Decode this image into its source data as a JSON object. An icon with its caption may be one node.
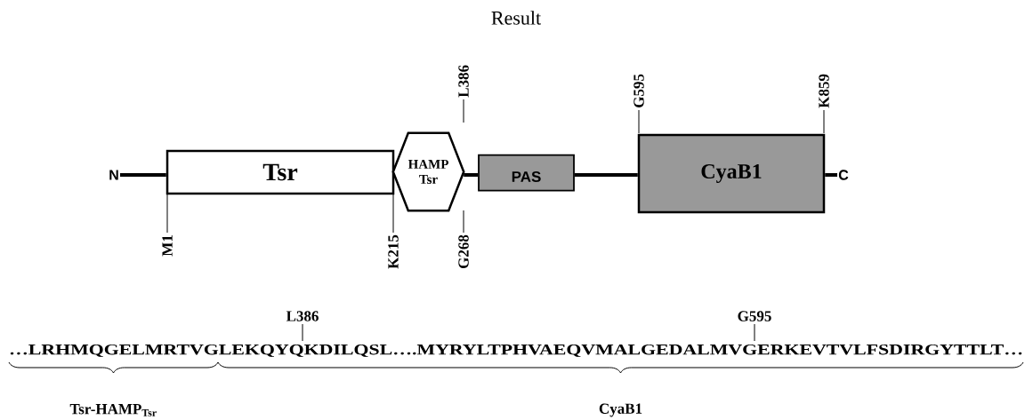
{
  "diagram": {
    "title": "Result",
    "nodes": [
      {
        "text": [
          "N"
        ]
      },
      {
        "text": [
          "Tsr"
        ]
      },
      {
        "text": [
          "HAMP Tsr"
        ]
      },
      {
        "text": [
          "PAS"
        ]
      },
      {
        "text": [
          "CyaB1"
        ]
      },
      {
        "text": [
          "C"
        ]
      }
    ],
    "edges": [
      {
        "from": 0,
        "to": 1,
        "arrow": "none"
      },
      {
        "from": 2,
        "to": 3,
        "arrow": "none"
      },
      {
        "from": 3,
        "to": 4,
        "arrow": "none"
      },
      {
        "from": 4,
        "to": 5,
        "arrow": "none"
      }
    ],
    "labels": [
      "L386",
      "G595",
      "K859",
      "M1",
      "K215",
      "G268",
      "L386",
      "G595",
      "…LRHMQGELMRTVGLEKQYQKDILQSL….MYRYLTPHVAEQVMALGEDALMVGERKEVTVLFSDIRGYTTLT…",
      "Tsr-HAMP$_{Tsr}$",
      "CyaB1"
    ]
  }
}
